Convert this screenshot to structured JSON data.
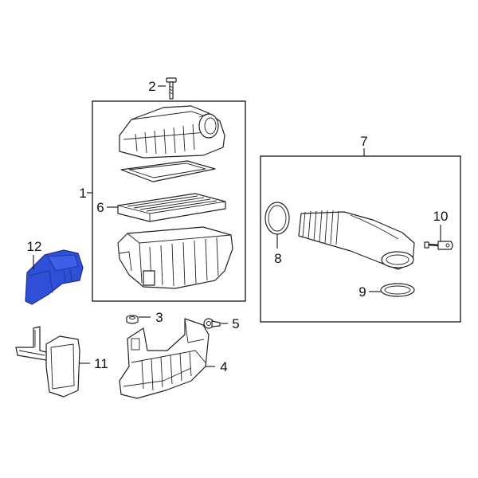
{
  "callouts": {
    "c1": "1",
    "c2": "2",
    "c3": "3",
    "c4": "4",
    "c5": "5",
    "c6": "6",
    "c7": "7",
    "c8": "8",
    "c9": "9",
    "c10": "10",
    "c11": "11",
    "c12": "12"
  },
  "colors": {
    "highlight": "#2f4fd6",
    "highlight_dark": "#1c2f8f",
    "line": "#222222",
    "background": "#ffffff"
  }
}
